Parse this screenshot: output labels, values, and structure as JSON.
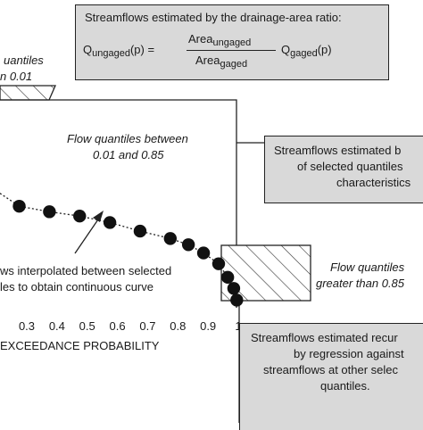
{
  "formula_box": {
    "title": "Streamflows estimated by the drainage-area ratio:",
    "lhs_q": "Q",
    "lhs_sub": "ungaged",
    "lhs_p": "(p) =",
    "num_area": "Area",
    "num_sub": "ungaged",
    "den_area": "Area",
    "den_sub": "gaged",
    "rhs_q": "Q",
    "rhs_sub": "gaged",
    "rhs_p": "(p)"
  },
  "labels": {
    "top_left_line1": "uantiles",
    "top_left_line2": "n 0.01",
    "mid_line1": "Flow quantiles between",
    "mid_line2": "0.01 and 0.85",
    "interp_line1": "ws interpolated between selected",
    "interp_line2": "les to obtain continuous curve",
    "greater_line1": "Flow quantiles",
    "greater_line2": "greater than 0.85",
    "x_axis_label": "EXCEEDANCE PROBABILITY"
  },
  "right_box": {
    "line1": "Streamflows estimated b",
    "line2": "of selected quantiles",
    "line3": "characteristics"
  },
  "bottom_box": {
    "line1": "Streamflows estimated recur",
    "line2": "by regression against",
    "line3": "streamflows at other selec",
    "line4": "quantiles."
  },
  "chart_data": {
    "type": "scatter",
    "x_ticks": [
      "0.3",
      "0.4",
      "0.5",
      "0.6",
      "0.7",
      "0.8",
      "0.9",
      "1"
    ],
    "xlabel": "EXCEEDANCE PROBABILITY",
    "points": [
      {
        "x": 0.275,
        "y": 3.3
      },
      {
        "x": 0.375,
        "y": 3.12
      },
      {
        "x": 0.475,
        "y": 2.98
      },
      {
        "x": 0.575,
        "y": 2.77
      },
      {
        "x": 0.675,
        "y": 2.49
      },
      {
        "x": 0.775,
        "y": 2.25
      },
      {
        "x": 0.835,
        "y": 2.05
      },
      {
        "x": 0.885,
        "y": 1.78
      },
      {
        "x": 0.935,
        "y": 1.43
      },
      {
        "x": 0.965,
        "y": 0.99
      },
      {
        "x": 0.985,
        "y": 0.63
      },
      {
        "x": 0.995,
        "y": 0.25
      }
    ],
    "ylim": [
      0,
      10
    ]
  }
}
